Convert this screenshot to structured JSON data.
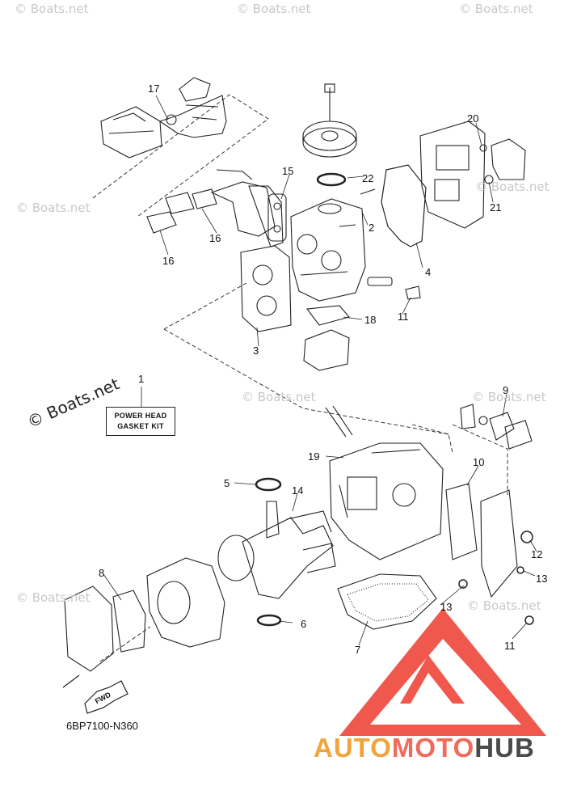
{
  "watermark": "© Boats.net",
  "kit_label": [
    "POWER HEAD",
    "GASKET KIT"
  ],
  "fwd_label": "FWD",
  "part_number": "6BP7100-N360",
  "brand": {
    "part1": "AUTO",
    "part2": "MOTO",
    "part3": "HUB"
  },
  "brand_colors": {
    "auto": "#f2a33a",
    "moto": "#f26a5c",
    "hub": "#4a4a4a",
    "logo": "#ee3b2e"
  },
  "callouts": [
    "1",
    "2",
    "3",
    "4",
    "5",
    "6",
    "7",
    "8",
    "9",
    "10",
    "11",
    "11",
    "12",
    "13",
    "13",
    "14",
    "15",
    "16",
    "16",
    "17",
    "18",
    "19",
    "20",
    "21",
    "22"
  ]
}
